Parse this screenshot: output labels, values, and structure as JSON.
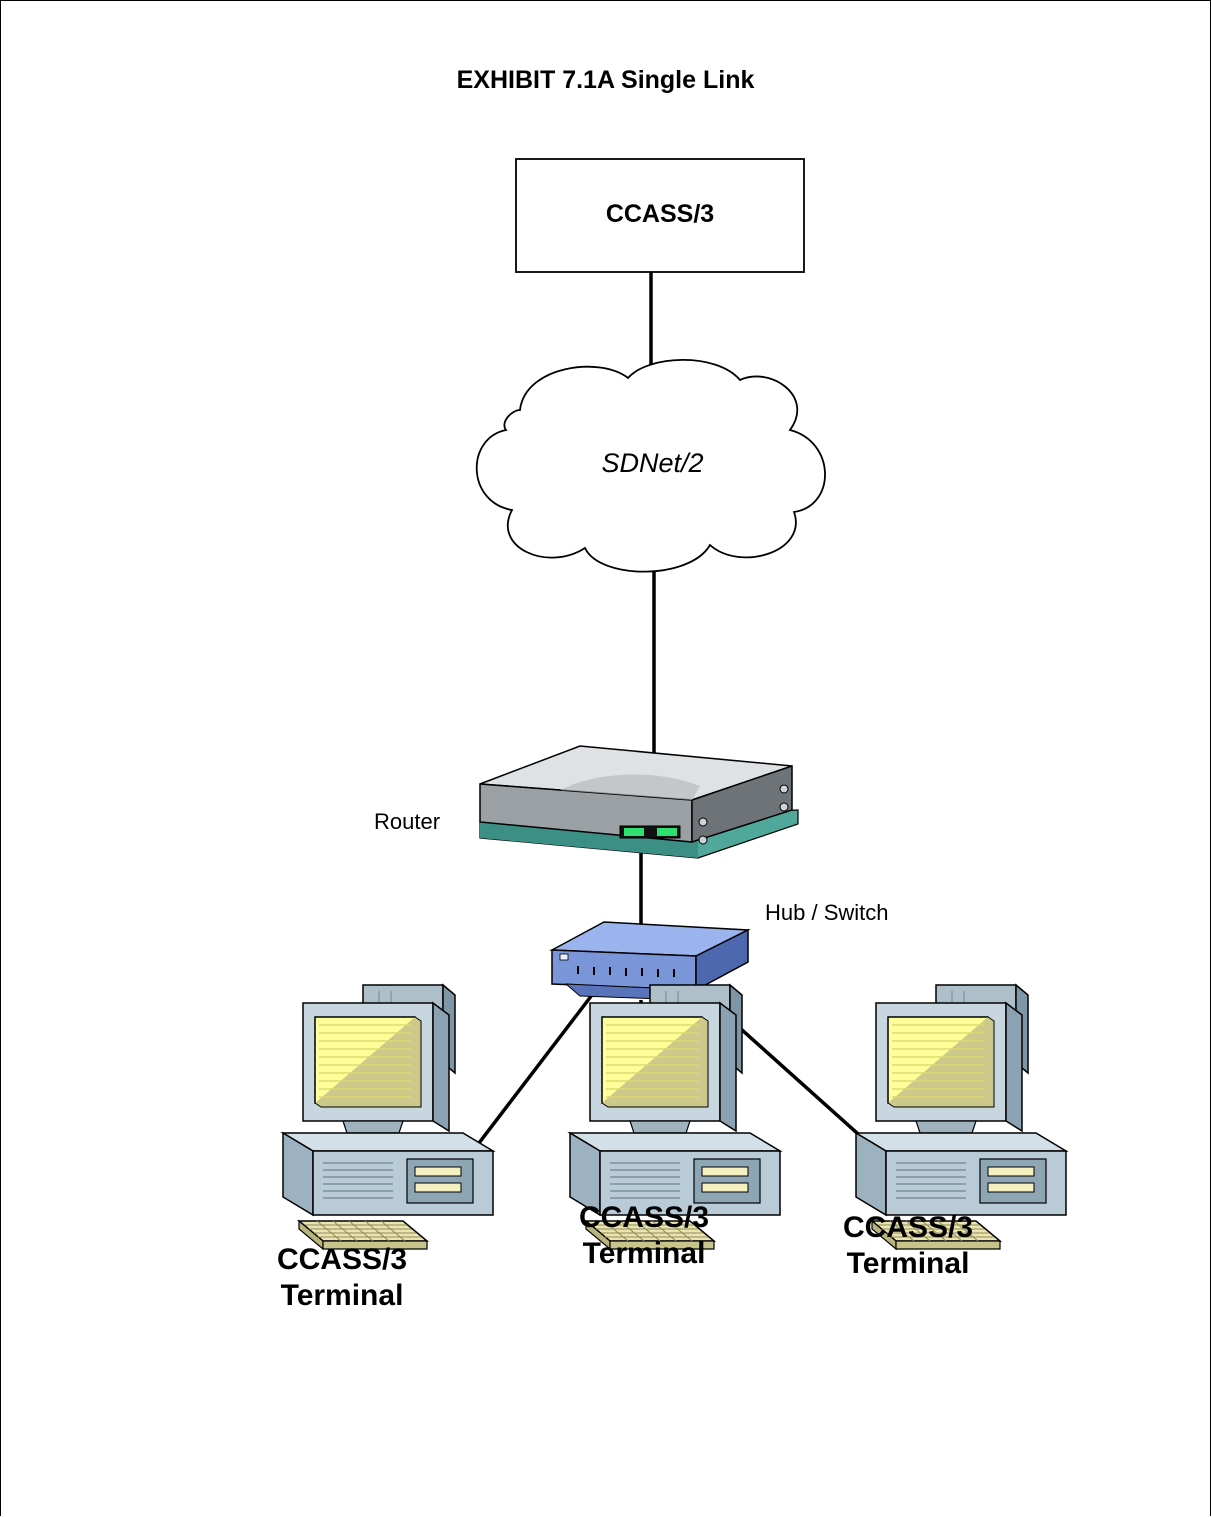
{
  "title": "EXHIBIT 7.1A Single Link",
  "nodes": {
    "server_box": {
      "label": "CCASS/3"
    },
    "network_cloud": {
      "label": "SDNet/2"
    },
    "router": {
      "label": "Router",
      "icon": "router-icon"
    },
    "hub": {
      "label": "Hub / Switch",
      "icon": "hub-switch-icon"
    },
    "terminals": [
      {
        "line1": "CCASS/3",
        "line2": "Terminal",
        "icon": "computer-terminal-icon"
      },
      {
        "line1": "CCASS/3",
        "line2": "Terminal",
        "icon": "computer-terminal-icon"
      },
      {
        "line1": "CCASS/3",
        "line2": "Terminal",
        "icon": "computer-terminal-icon"
      }
    ]
  },
  "edges": [
    {
      "from": "CCASS/3",
      "to": "SDNet/2"
    },
    {
      "from": "SDNet/2",
      "to": "Router"
    },
    {
      "from": "Router",
      "to": "Hub / Switch"
    },
    {
      "from": "Hub / Switch",
      "to": "terminal-1"
    },
    {
      "from": "Hub / Switch",
      "to": "terminal-2"
    },
    {
      "from": "Hub / Switch",
      "to": "terminal-3"
    }
  ],
  "colors": {
    "line": "#000000",
    "screen": "#ffff99",
    "computer_body": "#b9cbd6",
    "router_body": "#9aa0a4",
    "router_base": "#4fa89a",
    "hub_body": "#7a96d8",
    "led_green": "#2fe070"
  }
}
